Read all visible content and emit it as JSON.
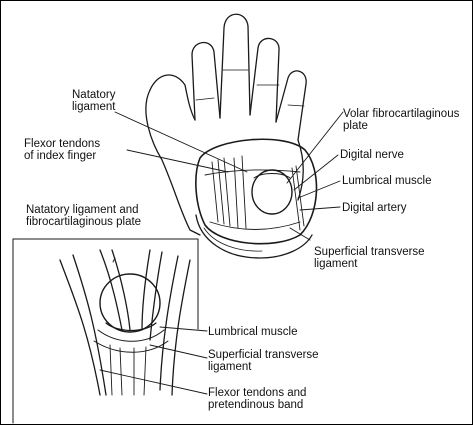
{
  "labels": {
    "natatory_ligament": "Natatory\nligament",
    "volar_plate": "Volar fibrocartilaginous\nplate",
    "flexor_tendons_index": "Flexor tendons\nof index finger",
    "digital_nerve": "Digital nerve",
    "lumbrical_muscle_top": "Lumbrical muscle",
    "digital_artery": "Digital artery",
    "natatory_ligament_plate": "Natatory ligament and\nfibrocartilaginous plate",
    "superficial_transverse_top": "Superficial transverse\nligament",
    "lumbrical_muscle_bottom": "Lumbrical muscle",
    "superficial_transverse_bottom": "Superficial transverse\nligament",
    "flexor_pretendinous": "Flexor tendons and\npretendinous band"
  },
  "colors": {
    "ink": "#1a1a1a",
    "background": "#ffffff"
  }
}
